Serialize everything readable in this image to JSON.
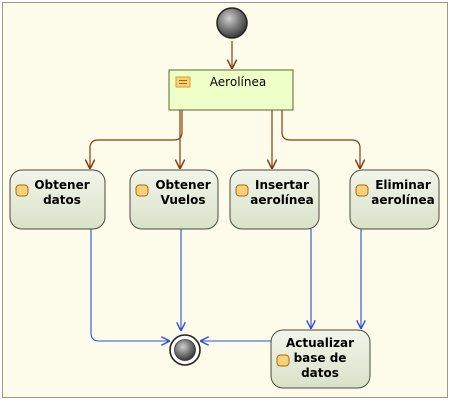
{
  "diagram": {
    "colors": {
      "background": "#fdfbea",
      "frame": "#9a9a86",
      "flow_brown": "#8a3b0e",
      "flow_blue": "#2d4fd6",
      "action_fill": "#e6ecd9",
      "action_stroke": "#4a4a3c",
      "object_fill": "#efffc8",
      "object_stroke": "#5a6a2a",
      "object_icon": "#d8a02a"
    },
    "start_node": {
      "label": ""
    },
    "object_node": {
      "label": "Aerolínea",
      "icon": "object-icon"
    },
    "actions": [
      {
        "id": "obtener-datos",
        "lines": [
          "Obtener",
          "datos"
        ]
      },
      {
        "id": "obtener-vuelos",
        "lines": [
          "Obtener",
          "Vuelos"
        ]
      },
      {
        "id": "insertar-aerolinea",
        "lines": [
          "Insertar",
          "aerolínea"
        ]
      },
      {
        "id": "eliminar-aerolinea",
        "lines": [
          "Eliminar",
          "aerolínea"
        ]
      },
      {
        "id": "actualizar-base-de-datos",
        "lines": [
          "Actualizar",
          "base de",
          "datos"
        ]
      }
    ],
    "end_node": {
      "label": ""
    }
  }
}
